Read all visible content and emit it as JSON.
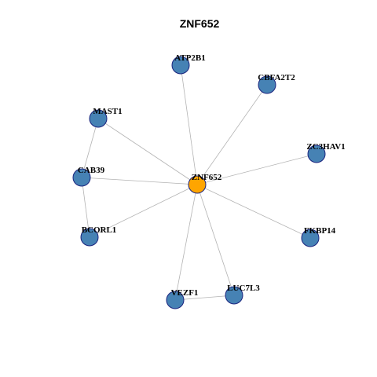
{
  "title": "ZNF652",
  "colors": {
    "hub_fill": "#FFA500",
    "node_fill": "#4682B4",
    "node_stroke": "#1A237E",
    "edge": "#B3B3B3"
  },
  "nodes": [
    {
      "id": "ZNF652",
      "label": "ZNF652",
      "hub": true
    },
    {
      "id": "ATP2B1",
      "label": "ATP2B1"
    },
    {
      "id": "CBFA2T2",
      "label": "CBFA2T2"
    },
    {
      "id": "MAST1",
      "label": "MAST1"
    },
    {
      "id": "ZC3HAV1",
      "label": "ZC3HAV1"
    },
    {
      "id": "CAB39",
      "label": "CAB39"
    },
    {
      "id": "BCORL1",
      "label": "BCORL1"
    },
    {
      "id": "FKBP14",
      "label": "FKBP14"
    },
    {
      "id": "VEZF1",
      "label": "VEZF1"
    },
    {
      "id": "LUC7L3",
      "label": "LUC7L3"
    }
  ],
  "edges": [
    [
      "ZNF652",
      "ATP2B1"
    ],
    [
      "ZNF652",
      "CBFA2T2"
    ],
    [
      "ZNF652",
      "MAST1"
    ],
    [
      "ZNF652",
      "ZC3HAV1"
    ],
    [
      "ZNF652",
      "CAB39"
    ],
    [
      "ZNF652",
      "BCORL1"
    ],
    [
      "ZNF652",
      "FKBP14"
    ],
    [
      "ZNF652",
      "VEZF1"
    ],
    [
      "ZNF652",
      "LUC7L3"
    ],
    [
      "MAST1",
      "CAB39"
    ],
    [
      "CAB39",
      "BCORL1"
    ],
    [
      "VEZF1",
      "LUC7L3"
    ]
  ]
}
